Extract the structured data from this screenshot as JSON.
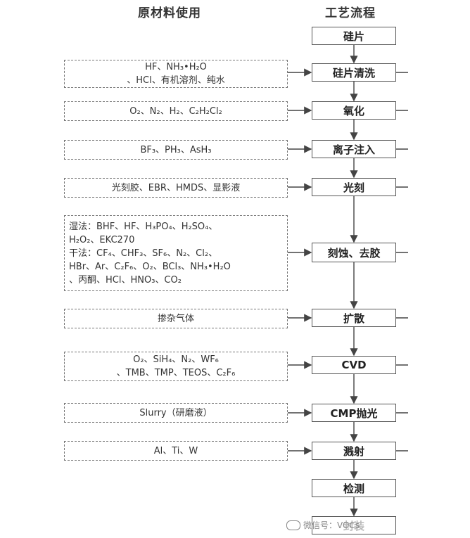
{
  "headers": {
    "materials": "原材料使用",
    "process": "工艺流程"
  },
  "process_steps": [
    "硅片",
    "硅片清洗",
    "氧化",
    "离子注入",
    "光刻",
    "刻蚀、去胶",
    "扩散",
    "CVD",
    "CMP抛光",
    "溅射",
    "检测",
    "封装"
  ],
  "materials": [
    {
      "lines": [
        "HF、NH₃•H₂O",
        "、HCl、有机溶剂、纯水"
      ]
    },
    {
      "lines": [
        "O₂、N₂、H₂、C₂H₂Cl₂"
      ]
    },
    {
      "lines": [
        "BF₃、PH₃、AsH₃"
      ]
    },
    {
      "lines": [
        "光刻胶、EBR、HMDS、显影液"
      ]
    },
    {
      "lines": [
        "湿法：BHF、HF、H₃PO₄、H₂SO₄、",
        "H₂O₂、EKC270",
        "干法：CF₄、CHF₃、SF₆、N₂、Cl₂、",
        "HBr、Ar、C₂F₆、O₂、BCl₃、NH₃•H₂O",
        "、丙酮、HCl、HNO₃、CO₂"
      ]
    },
    {
      "lines": [
        "掺杂气体"
      ]
    },
    {
      "lines": [
        "O₂、SiH₄、N₂、WF₆",
        "、TMB、TMP、TEOS、C₂F₆"
      ]
    },
    {
      "lines": [
        "Slurry（研磨液）"
      ]
    },
    {
      "lines": [
        "Al、Ti、W"
      ]
    }
  ],
  "watermark": "微信号：VOCs"
}
